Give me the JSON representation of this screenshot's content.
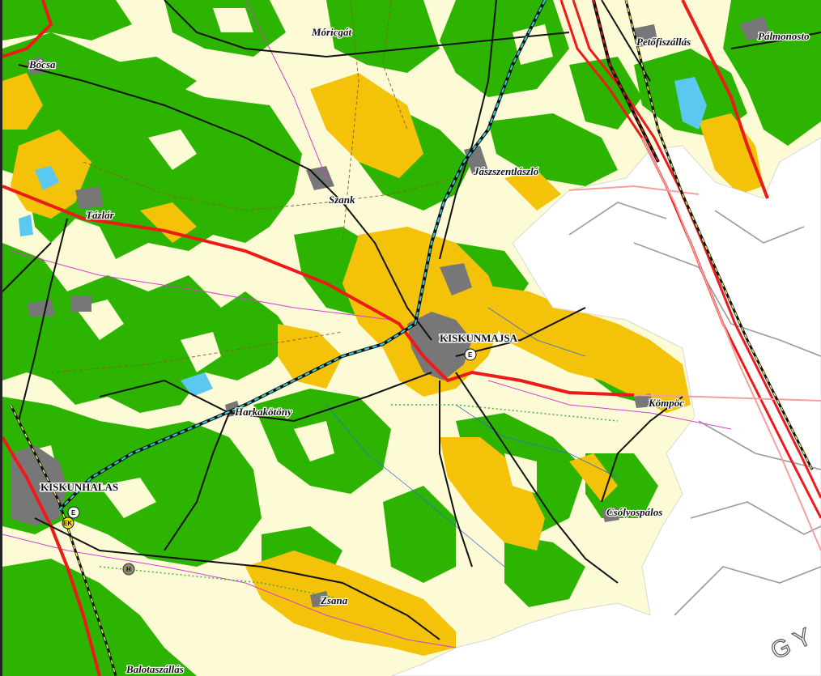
{
  "map": {
    "places": [
      {
        "key": "mongat",
        "name": "Móricgát"
      },
      {
        "key": "petofi",
        "name": "Petőfiszállás"
      },
      {
        "key": "palmon",
        "name": "Pálmonosto"
      },
      {
        "key": "bocsa",
        "name": "Bócsa"
      },
      {
        "key": "jaszszent",
        "name": "Jászszentlászló"
      },
      {
        "key": "szank",
        "name": "Szank"
      },
      {
        "key": "tazlar",
        "name": "Tázlár"
      },
      {
        "key": "kiskunmajsa",
        "name": "KISKUNMAJSA"
      },
      {
        "key": "kompoc",
        "name": "Kömpöc"
      },
      {
        "key": "harkakotony",
        "name": "Harkakötöny"
      },
      {
        "key": "kiskunhalas",
        "name": "KISKUNHALAS"
      },
      {
        "key": "csolyospalos",
        "name": "Csólyospálos"
      },
      {
        "key": "zsana",
        "name": "Zsana"
      },
      {
        "key": "balotaszallas",
        "name": "Balotaszállás"
      }
    ],
    "symbols": {
      "e_majsa": "E",
      "e_halas": "E",
      "ek_halas": "EK",
      "h_symbol": "H"
    },
    "edge_text": "G Y",
    "colors": {
      "forest": "#2db400",
      "agri": "#f5c20a",
      "pasture": "#fdfbd6",
      "urban": "#777777",
      "water": "#5bc8f0",
      "main_road": "#ee1a1a",
      "railway": "#111111",
      "pipeline": "#35c8d8"
    }
  }
}
